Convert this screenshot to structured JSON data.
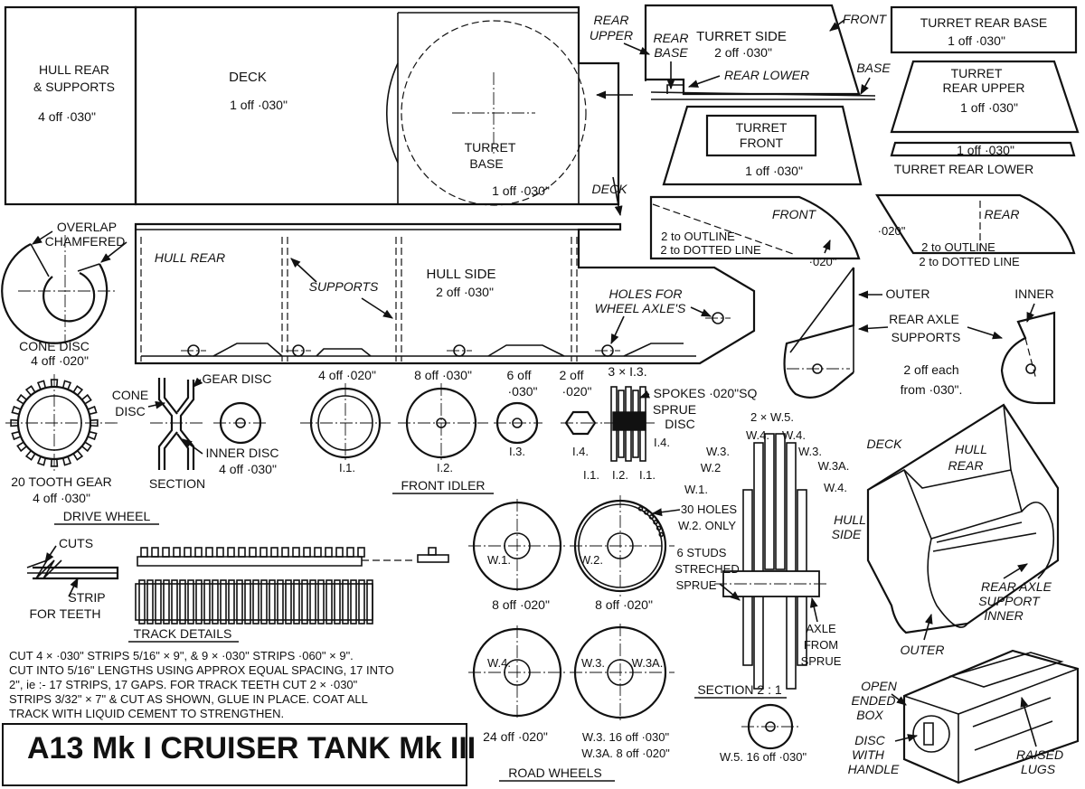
{
  "title": "A13 Mk I CRUISER TANK Mk III",
  "labels": {
    "hull_rear_supports": [
      "HULL REAR",
      "& SUPPORTS",
      "4 off ·030\""
    ],
    "deck": [
      "DECK",
      "1 off ·030\""
    ],
    "turret_base": [
      "TURRET",
      "BASE",
      "1 off ·030\""
    ],
    "deck_side": "DECK",
    "rear_upper": [
      "REAR",
      "UPPER"
    ],
    "rear_base": [
      "REAR",
      "BASE"
    ],
    "turret_side": [
      "TURRET SIDE",
      "2 off ·030\""
    ],
    "front": "FRONT",
    "base": "BASE",
    "rear_lower": "REAR LOWER",
    "turret_rear_base": [
      "TURRET REAR BASE",
      "1 off ·030\""
    ],
    "turret_rear_upper": [
      "TURRET",
      "REAR UPPER",
      "1 off ·030\""
    ],
    "turret_front": [
      "TURRET",
      "FRONT",
      "1 off ·030\""
    ],
    "turret_rear_lower": [
      "1 off ·030\"",
      "TURRET REAR LOWER"
    ],
    "mudguard_front": [
      "FRONT",
      "2 to OUTLINE",
      "2 to DOTTED LINE",
      "·020\""
    ],
    "mudguard_rear": [
      "REAR",
      "·020\"",
      "2 to OUTLINE",
      "2 to DOTTED LINE"
    ],
    "overlap": [
      "OVERLAP",
      "CHAMFERED"
    ],
    "cone_disc": [
      "CONE DISC",
      "4 off ·020\""
    ],
    "hull_rear_dashed": "HULL REAR",
    "supports": "SUPPORTS",
    "hull_side": [
      "HULL SIDE",
      "2 off ·030\""
    ],
    "holes_wheel_axles": [
      "HOLES FOR",
      "WHEEL AXLE'S"
    ],
    "outer": "OUTER",
    "inner": "INNER",
    "rear_axle_supports": [
      "REAR AXLE",
      "SUPPORTS"
    ],
    "two_off_each": [
      "2 off each",
      "from ·030\"."
    ],
    "gear": [
      "CONE",
      "DISC",
      "GEAR DISC",
      "INNER DISC",
      "4 off ·030\"",
      "SECTION"
    ],
    "drive_wheel": [
      "20 TOOTH GEAR",
      "4 off ·030\"",
      "DRIVE WHEEL"
    ],
    "idler_counts": [
      "4 off ·020\"",
      "8 off ·030\"",
      "6 off",
      "·030\"",
      "2 off",
      "·020\"",
      "3 × I.3."
    ],
    "idler_names": [
      "I.1.",
      "I.2.",
      "I.3.",
      "I.4.",
      "I.1.",
      "I.2.",
      "I.1.",
      "I.4."
    ],
    "front_idler": "FRONT IDLER",
    "spokes": [
      "SPOKES ·020\"SQ",
      "SPRUE",
      "DISC"
    ],
    "section": [
      "2 × W.5.",
      "W.4.",
      "W.4.",
      "W.3.",
      "W.3.",
      "W.3A.",
      "W.2",
      "W.4.",
      "W.1.",
      "SECTION 2 : 1"
    ],
    "road_wheels": [
      "W.1.",
      "8 off ·020\"",
      "W.2.",
      "8 off ·020\"",
      "30 HOLES",
      "W.2. ONLY",
      "W.4.",
      "24 off ·020\"",
      "W.3.",
      "W.3A.",
      "W.3. 16 off ·030\"",
      "W.3A. 8 off ·020\"",
      "ROAD WHEELS",
      "W.5. 16 off ·030\""
    ],
    "studs": [
      "6 STUDS",
      "STRECHED",
      "SPRUE",
      "AXLE",
      "FROM",
      "SPRUE"
    ],
    "iso": [
      "DECK",
      "HULL",
      "REAR",
      "HULL",
      "SIDE",
      "REAR AXLE",
      "SUPPORT",
      "INNER",
      "OUTER"
    ],
    "box": [
      "OPEN",
      "ENDED",
      "BOX",
      "DISC",
      "WITH",
      "HANDLE",
      "RAISED",
      "LUGS"
    ],
    "track": [
      "CUTS",
      "STRIP",
      "FOR TEETH",
      "TRACK DETAILS"
    ],
    "instructions": [
      "CUT 4 × ·030\" STRIPS 5/16\" × 9\", & 9 × ·030\" STRIPS ·060\" × 9\".",
      "CUT INTO 5/16\" LENGTHS USING APPROX EQUAL SPACING, 17 INTO",
      "2\", ie :- 17 STRIPS, 17 GAPS.  FOR TRACK TEETH CUT 2 × ·030\"",
      "STRIPS 3/32\" × 7\" & CUT AS SHOWN, GLUE IN PLACE.  COAT ALL",
      "TRACK WITH LIQUID CEMENT TO STRENGTHEN."
    ]
  }
}
